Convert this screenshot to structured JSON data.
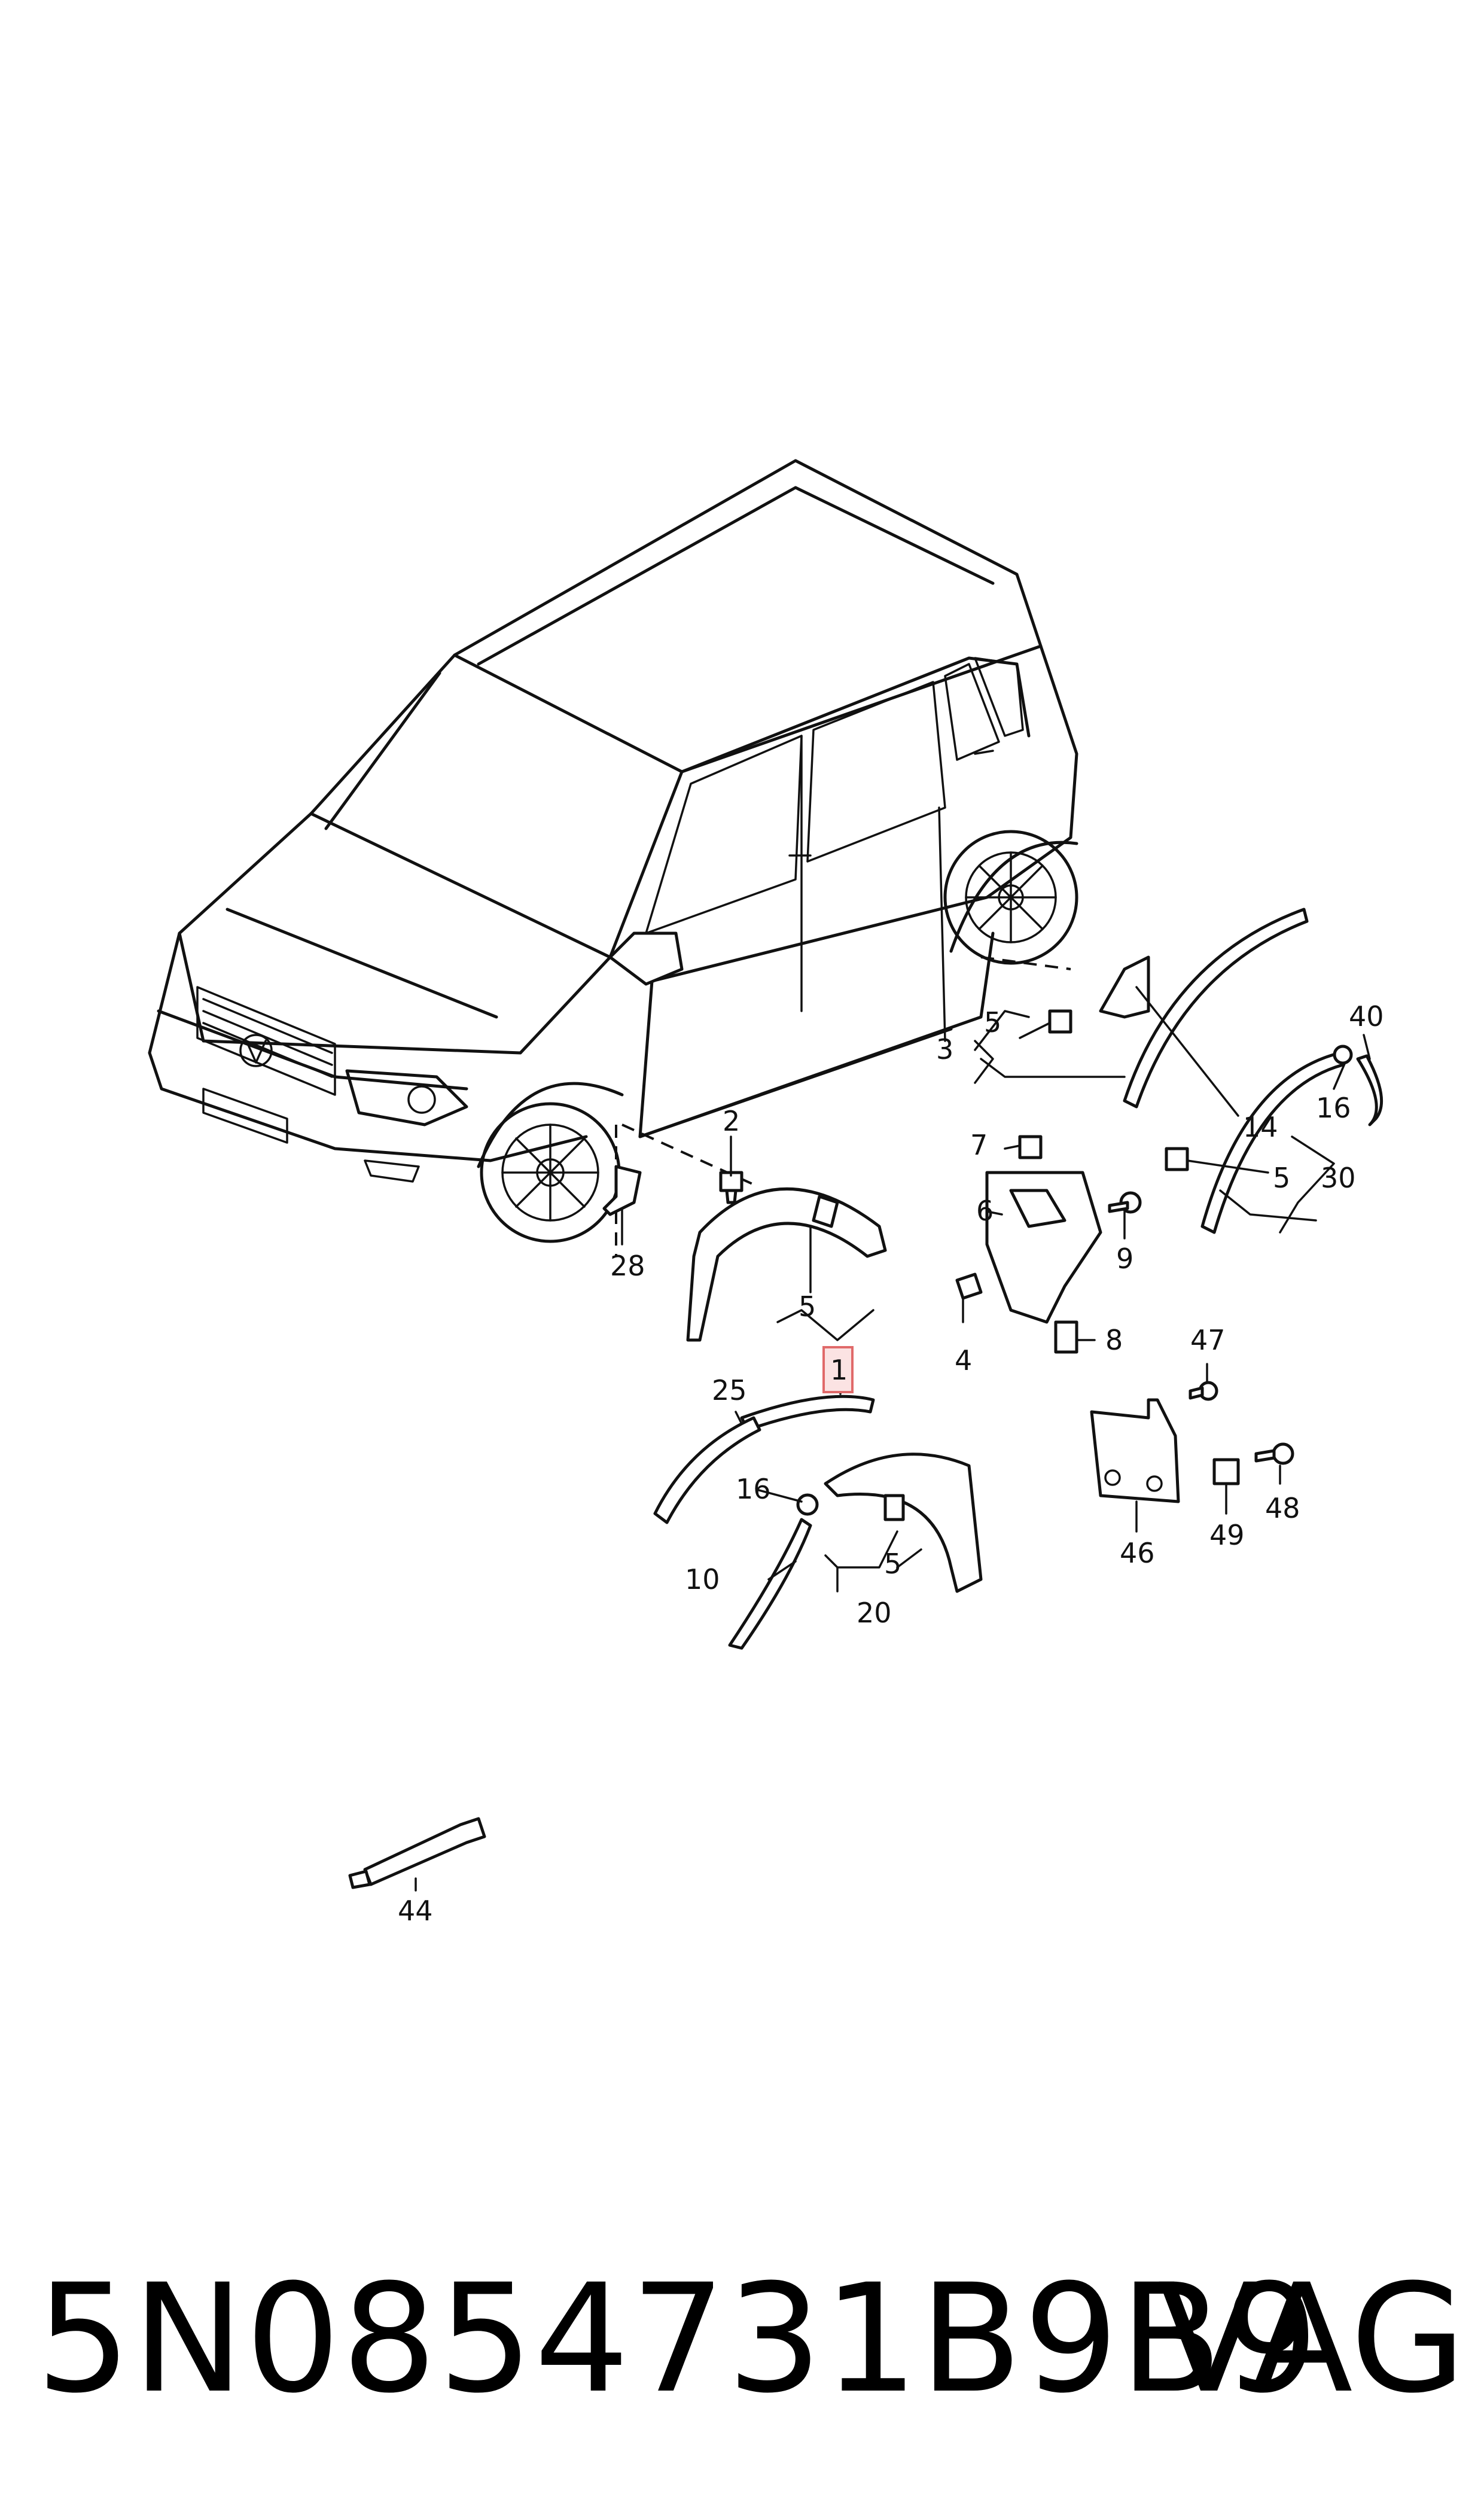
{
  "diagram": {
    "callouts": {
      "c1": "1",
      "c2": "2",
      "c3": "3",
      "c4": "4",
      "c5a": "5",
      "c5b": "5",
      "c5c": "5",
      "c5d": "5",
      "c6": "6",
      "c7": "7",
      "c8": "8",
      "c9": "9",
      "c10": "10",
      "c14": "14",
      "c16a": "16",
      "c16b": "16",
      "c20": "20",
      "c25": "25",
      "c28": "28",
      "c30": "30",
      "c40": "40",
      "c44": "44",
      "c46": "46",
      "c47": "47",
      "c48": "48",
      "c49": "49"
    },
    "highlighted_callout": "1"
  },
  "footer": {
    "part_number": "5N0854731B9B9",
    "brand": "VAG"
  }
}
